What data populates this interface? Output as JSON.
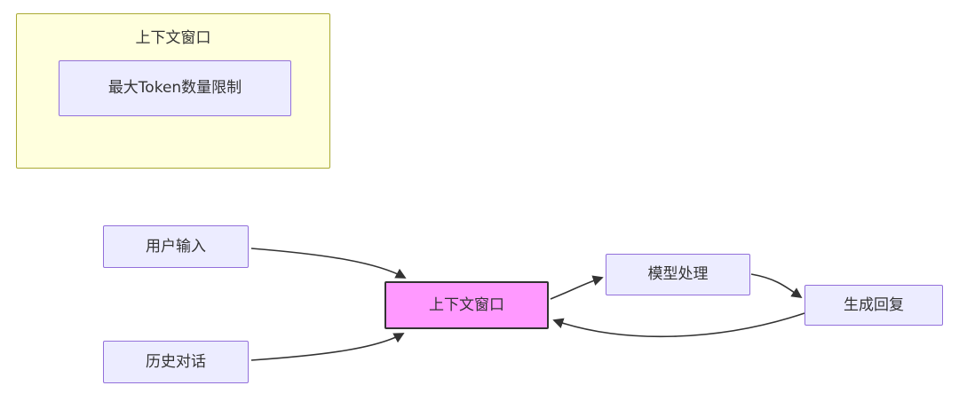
{
  "diagram": {
    "subgraph": {
      "title": "上下文窗口",
      "children": {
        "max_token": "最大Token数量限制"
      }
    },
    "nodes": {
      "user_input": "用户输入",
      "history_dialog": "历史对话",
      "context_window": "上下文窗口",
      "model_process": "模型处理",
      "generate_reply": "生成回复"
    },
    "edges": [
      {
        "from": "user_input",
        "to": "context_window"
      },
      {
        "from": "history_dialog",
        "to": "context_window"
      },
      {
        "from": "context_window",
        "to": "model_process"
      },
      {
        "from": "model_process",
        "to": "generate_reply"
      },
      {
        "from": "generate_reply",
        "to": "context_window"
      }
    ]
  },
  "colors": {
    "node_fill": "#ececff",
    "node_border": "#9370db",
    "highlight_fill": "#ff99ff",
    "highlight_border": "#333333",
    "subgraph_fill": "#ffffde",
    "subgraph_border": "#aaaa33",
    "edge_color": "#333333",
    "text_color": "#333333"
  }
}
